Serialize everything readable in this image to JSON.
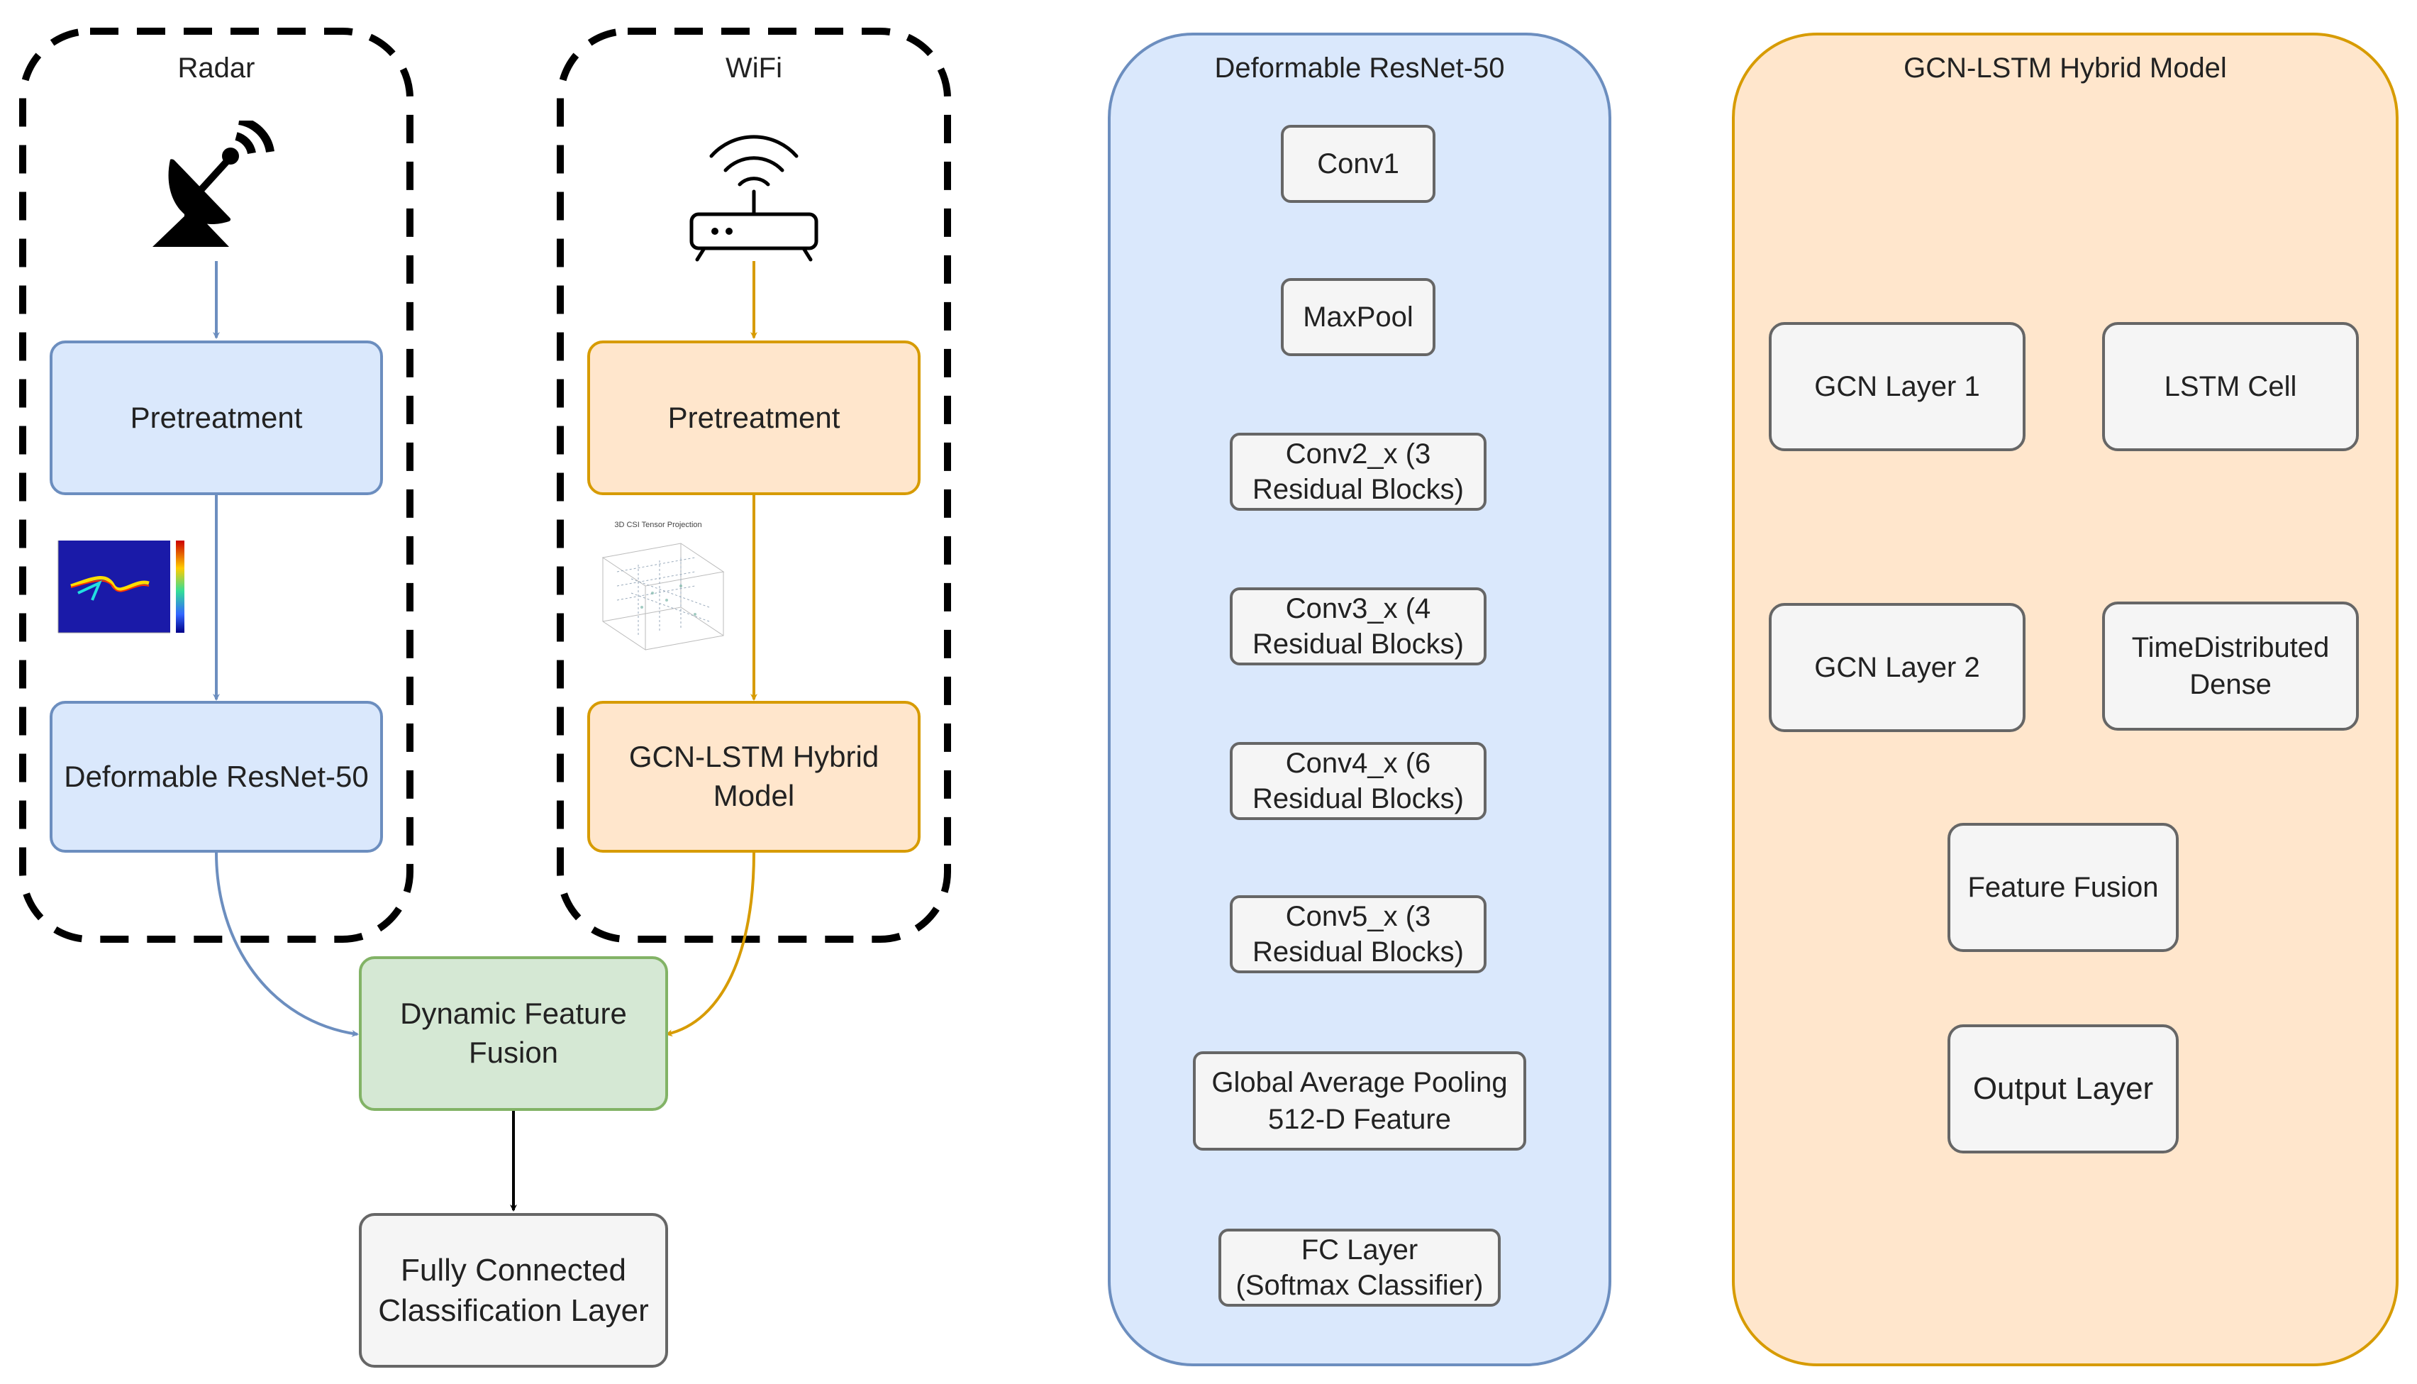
{
  "radar_group": {
    "title": "Radar"
  },
  "wifi_group": {
    "title": "WiFi"
  },
  "radar": {
    "pretreatment": "Pretreatment",
    "resnet": "Deformable ResNet-50"
  },
  "wifi": {
    "pretreatment": "Pretreatment",
    "gcn_lstm": "GCN-LSTM Hybrid\nModel",
    "csi_plot_title": "3D CSI Tensor Projection"
  },
  "fusion": "Dynamic Feature\nFusion",
  "classifier": "Fully Connected\nClassification Layer",
  "resnet_panel": {
    "title": "Deformable ResNet-50",
    "layers": [
      "Conv1",
      "MaxPool",
      "Conv2_x (3\nResidual Blocks)",
      "Conv3_x (4\nResidual Blocks)",
      "Conv4_x (6\nResidual Blocks)",
      "Conv5_x (3\nResidual Blocks)",
      "Global Average Pooling\n512-D Feature",
      "FC Layer\n(Softmax Classifier)"
    ]
  },
  "gcn_panel": {
    "title": "GCN-LSTM Hybrid Model",
    "gcn1": "GCN Layer 1",
    "lstm": "LSTM Cell",
    "gcn2": "GCN Layer 2",
    "td": "TimeDistributed\nDense",
    "fusion": "Feature Fusion",
    "output": "Output Layer"
  },
  "colors": {
    "blue_fill": "#dae8fc",
    "blue_stroke": "#6c8ebf",
    "orange_fill": "#ffe6cc",
    "orange_stroke": "#d79b00",
    "green_fill": "#d5e8d4",
    "green_stroke": "#82b366",
    "gray_fill": "#f5f5f5",
    "gray_stroke": "#666666"
  },
  "icons": [
    "satellite-dish-icon",
    "wifi-router-icon"
  ]
}
